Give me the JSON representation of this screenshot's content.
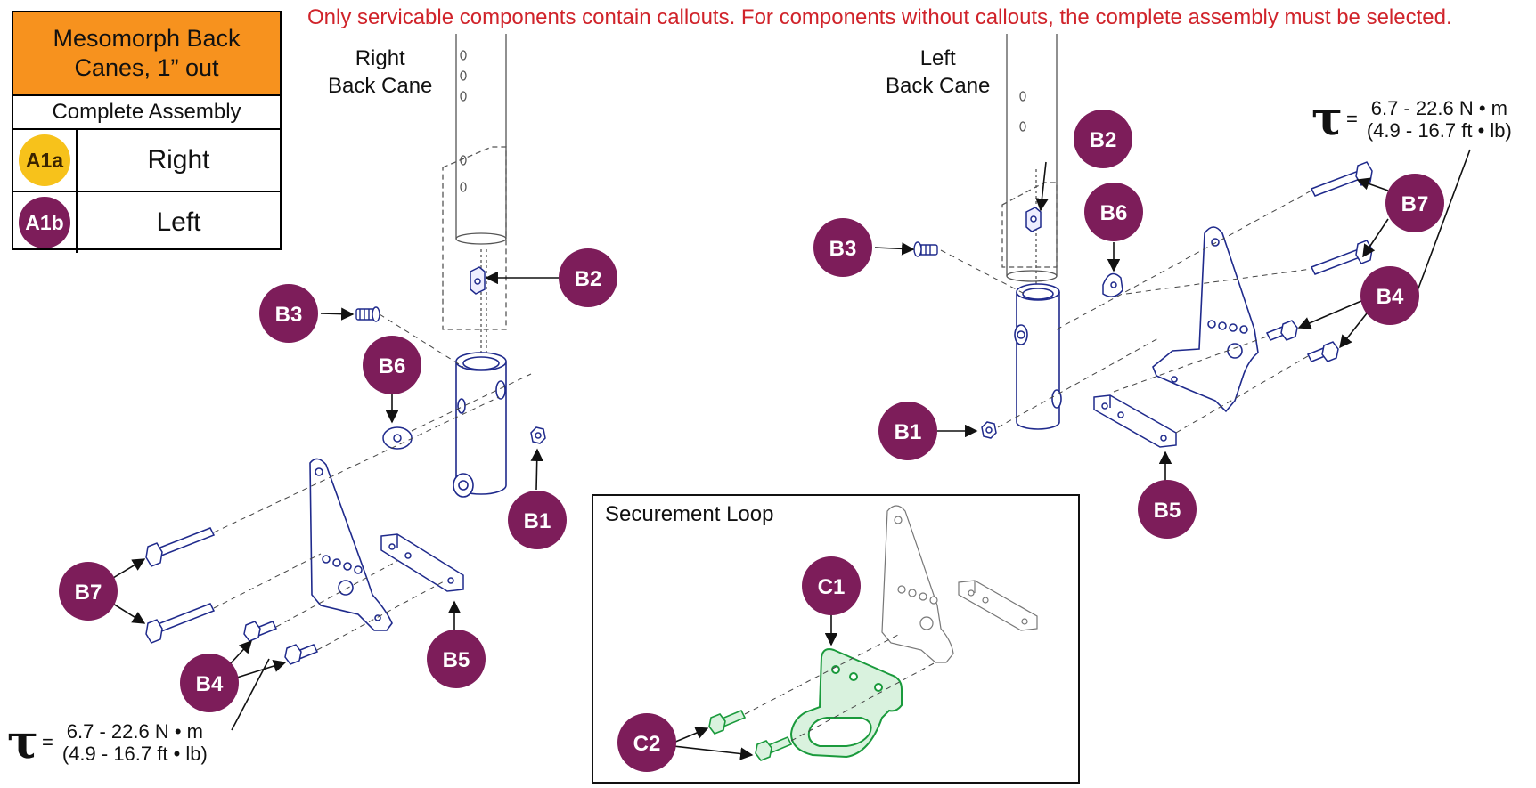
{
  "notice": "Only servicable components contain callouts. For components without callouts, the complete assembly must be selected.",
  "legend": {
    "title": "Mesomorph Back Canes, 1” out",
    "subtitle": "Complete Assembly",
    "rows": [
      {
        "id": "A1a",
        "label": "Right",
        "color": "#f7c21b"
      },
      {
        "id": "A1b",
        "label": "Left",
        "color": "#7d1d5a"
      }
    ]
  },
  "views": {
    "right": {
      "title_line1": "Right",
      "title_line2": "Back Cane"
    },
    "left": {
      "title_line1": "Left",
      "title_line2": "Back Cane"
    }
  },
  "inset": {
    "title": "Securement Loop"
  },
  "torque_left": {
    "symbol": "τ",
    "equals": "=",
    "metric": "6.7 - 22.6 N • m",
    "imperial": "(4.9 - 16.7 ft • lb)"
  },
  "torque_right": {
    "symbol": "τ",
    "equals": "=",
    "metric": "6.7 - 22.6 N • m",
    "imperial": "(4.9 - 16.7 ft • lb)"
  },
  "callouts": {
    "B1": "B1",
    "B2": "B2",
    "B3": "B3",
    "B4": "B4",
    "B5": "B5",
    "B6": "B6",
    "B7": "B7",
    "C1": "C1",
    "C2": "C2"
  },
  "colors": {
    "callout": "#7d1d5a",
    "part_stroke": "#1f2a8c",
    "loop_stroke": "#1a9a3c",
    "loop_fill": "#bfe8c6",
    "notice": "#d0232a",
    "header": "#f7921e"
  }
}
